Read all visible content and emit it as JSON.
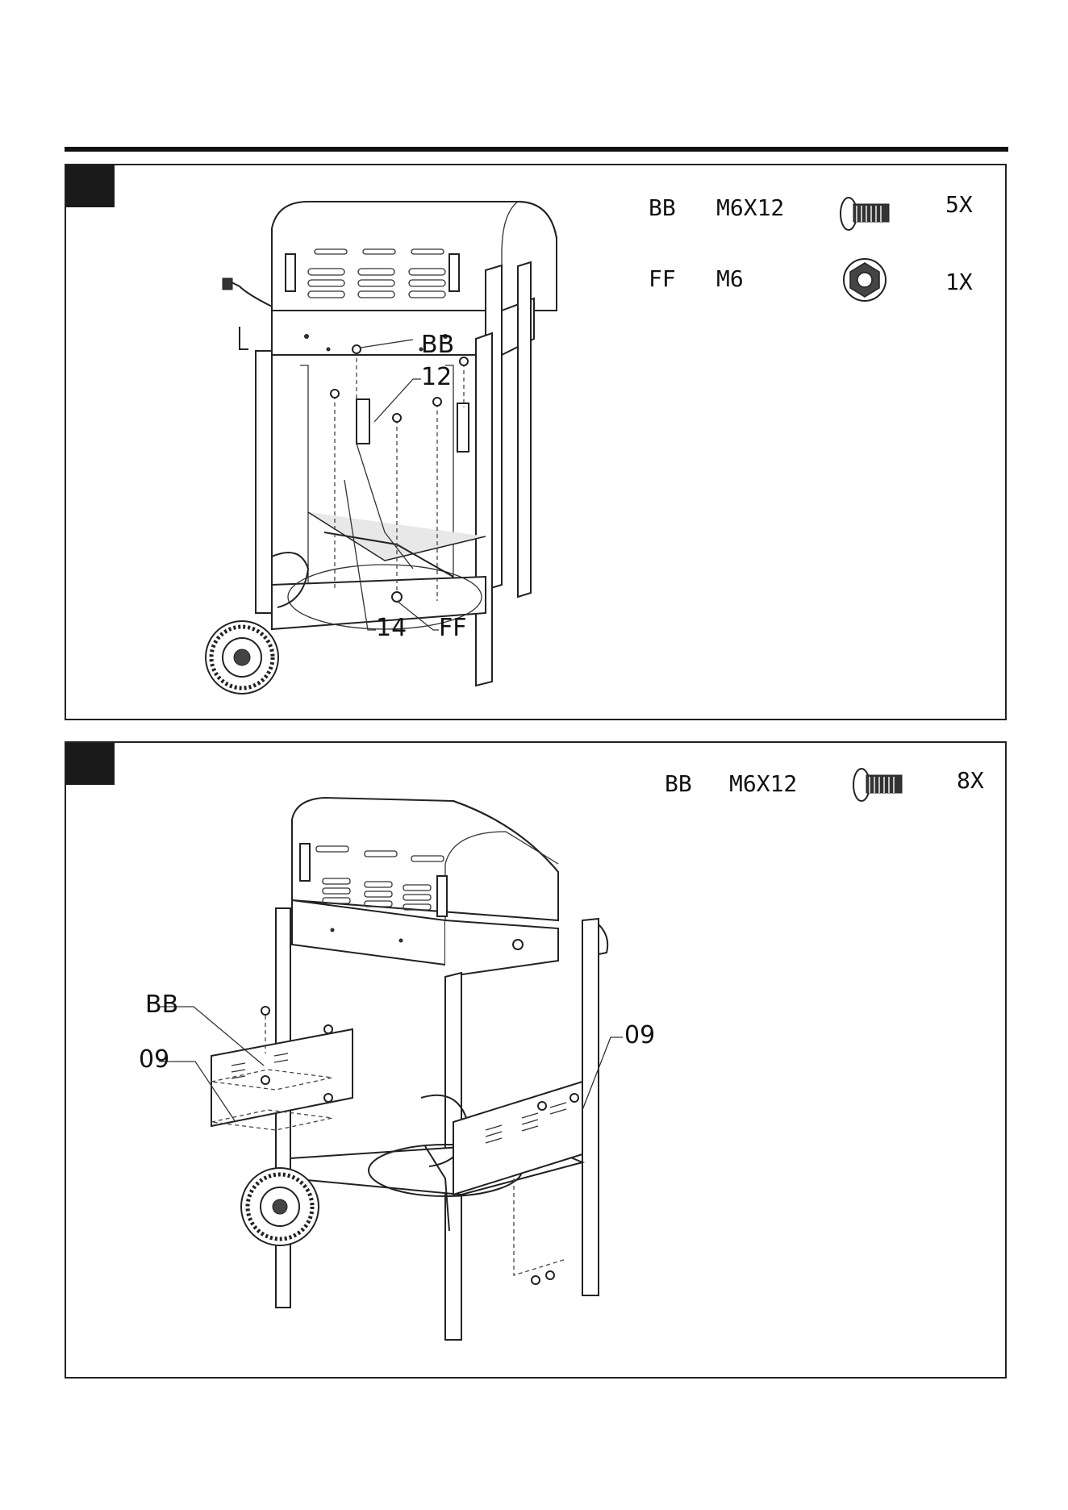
{
  "step1": {
    "hardware": [
      {
        "code": "BB",
        "size": "M6X12",
        "qty": "5X",
        "icon": "bolt-icon"
      },
      {
        "code": "FF",
        "size": "M6",
        "qty": "1X",
        "icon": "nut-icon"
      }
    ],
    "callouts": {
      "bolt": "BB",
      "part_a": "12",
      "part_b": "14",
      "nut": "FF"
    }
  },
  "step2": {
    "hardware": [
      {
        "code": "BB",
        "size": "M6X12",
        "qty": "8X",
        "icon": "bolt-icon"
      }
    ],
    "callouts": {
      "bolt": "BB",
      "panel_left": "09",
      "panel_right": "09"
    }
  }
}
